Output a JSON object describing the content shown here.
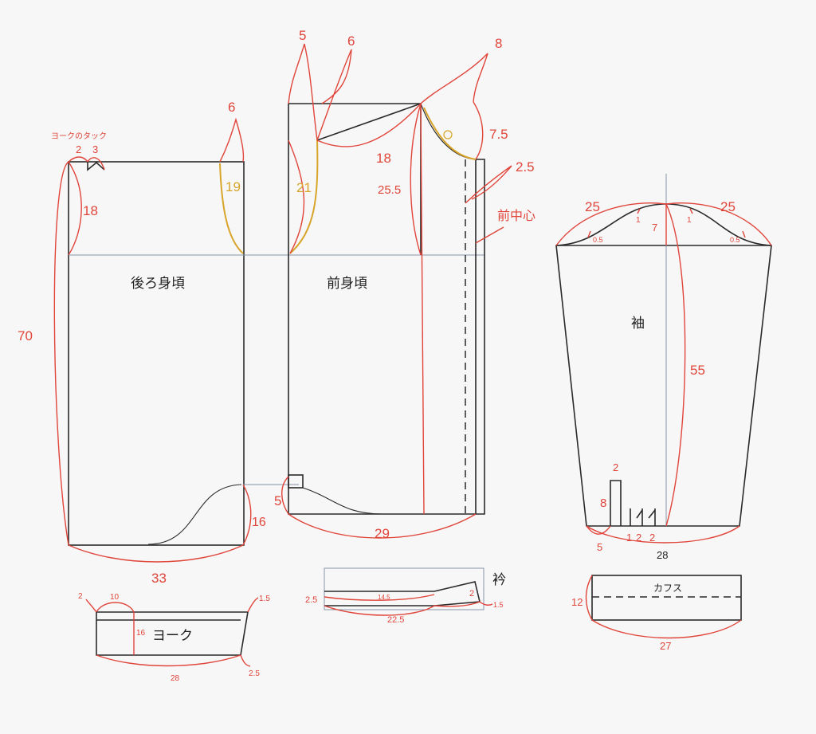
{
  "colors": {
    "outline": "#2a2a2a",
    "measure": "#e0453a",
    "armhole": "#d8a52a",
    "guide": "#8a94a6",
    "background": "#f7f7f8"
  },
  "pieces": {
    "back": {
      "name": "後ろ身頃",
      "tuck_label": "ヨークのタック",
      "tuck_1": "2",
      "tuck_2": "3",
      "height": "18",
      "length": "70",
      "armhole": "19",
      "shoulder": "6",
      "side": "16",
      "width": "33"
    },
    "front": {
      "name": "前身頃",
      "shoulder_a": "5",
      "shoulder_b": "6",
      "neck_drop": "8",
      "shoulder_len": "18",
      "armhole": "21",
      "neck": "7.5",
      "placket": "2.5",
      "center_label": "前中心",
      "center_len": "25.5",
      "hem_curve": "5",
      "width": "29"
    },
    "sleeve": {
      "name": "袖",
      "cap_left": "25",
      "cap_right": "25",
      "cap_ease_l": "1",
      "cap_ease_r": "1",
      "cap_l_05": "0.5",
      "cap_r_05": "0.5",
      "cap_height": "7",
      "length": "55",
      "slit_w": "2",
      "slit_h": "8",
      "pleat_1": "1",
      "pleat_2": "2",
      "pleat_3": "2",
      "edge": "5",
      "width": "28"
    },
    "yoke": {
      "name": "ヨーク",
      "left_2": "2",
      "top_10": "10",
      "right_15": "1.5",
      "height": "16",
      "width": "28",
      "corner": "2.5"
    },
    "collar": {
      "name": "衿",
      "height": "2.5",
      "inner": "14.5",
      "length": "22.5",
      "tip": "2",
      "tip_extra": "1.5"
    },
    "cuff": {
      "name": "カフス",
      "height": "12",
      "width": "27"
    }
  }
}
